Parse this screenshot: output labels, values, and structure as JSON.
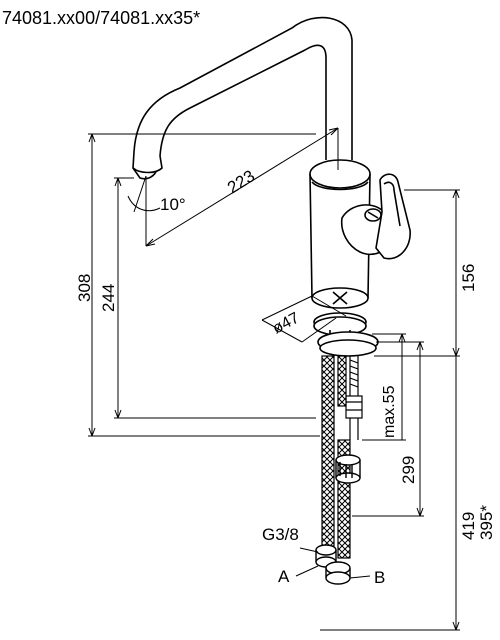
{
  "title": "74081.xx00/74081.xx35*",
  "dimensions": {
    "overall_height": "308",
    "spout_height": "244",
    "spout_reach": "223",
    "spout_angle": "10°",
    "body_height": "156",
    "base_diameter": "ø47",
    "max_thickness": "max.55",
    "hose_length": "299",
    "total_length": "419",
    "total_length_alt": "395*"
  },
  "connections": {
    "thread": "G3/8",
    "a": "A",
    "b": "B"
  },
  "colors": {
    "line": "#000000",
    "background": "#ffffff"
  }
}
